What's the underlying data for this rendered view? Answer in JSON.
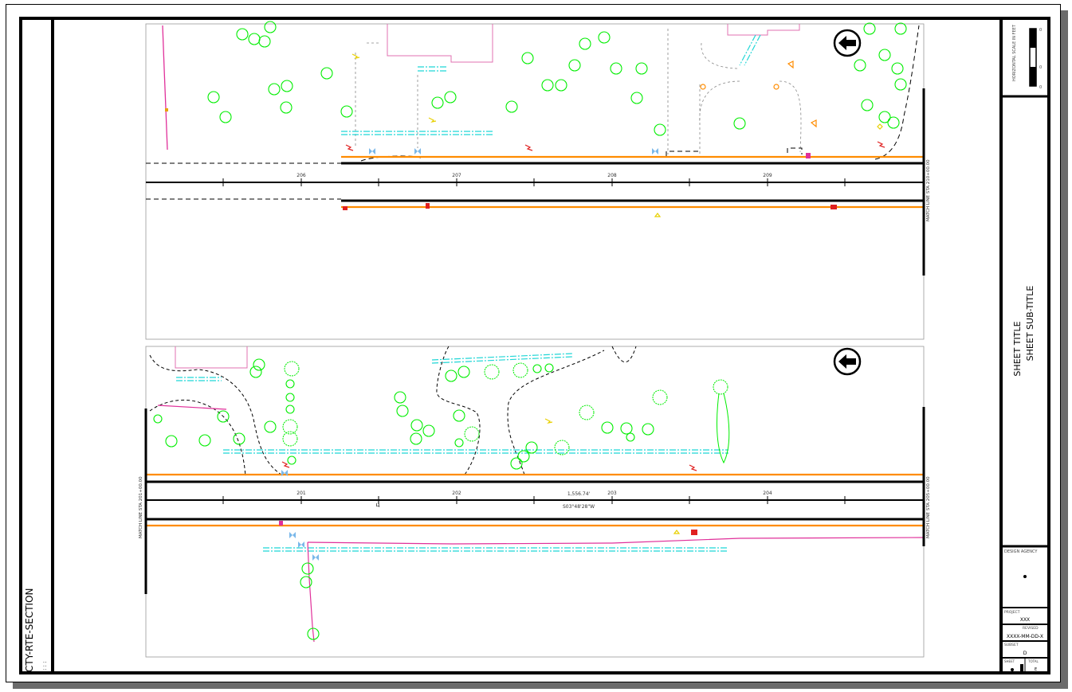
{
  "left_strip": {
    "label": "CTY-RTE-SECTION",
    "dots": ": : :"
  },
  "title_block": {
    "scale_title": "HORIZONTAL\nSCALE IN FEET",
    "scale_ticks": [
      "0",
      "0",
      "0"
    ],
    "sheet_title": "SHEET TITLE",
    "sheet_subtitle": "SHEET SUB-TITLE",
    "designer_label": "DESIGN AGENCY",
    "field1_label": "PROJECT",
    "field1_value": "XXX",
    "field2_label": "REVISED",
    "field2_value": "XXXX-MM-DD-X",
    "field3_label": "SUBSET",
    "field3_value": "D",
    "sheet_label": "SHEET",
    "total_label": "TOTAL",
    "total_value": "E"
  },
  "top_panel": {
    "stations": [
      "206",
      "207",
      "208",
      "209"
    ],
    "matchline_right": "MATCH LINE STA 210+00.00"
  },
  "bottom_panel": {
    "stations": [
      "201",
      "202",
      "203",
      "204"
    ],
    "bearing_length": "1,556.74'",
    "bearing": "S03°48'28\"W",
    "matchline_left": "MATCH LINE STA 201+00.00",
    "matchline_right": "MATCH LINE STA 205+00.00"
  },
  "colors": {
    "tree": "#00ee00",
    "utility_orange": "#ff8c00",
    "fence_magenta": "#e0309a",
    "water_cyan": "#1fd6d6",
    "hydrant_blue": "#7ab8ea",
    "sign_yellow": "#e8d000",
    "gas_red": "#e02020"
  }
}
